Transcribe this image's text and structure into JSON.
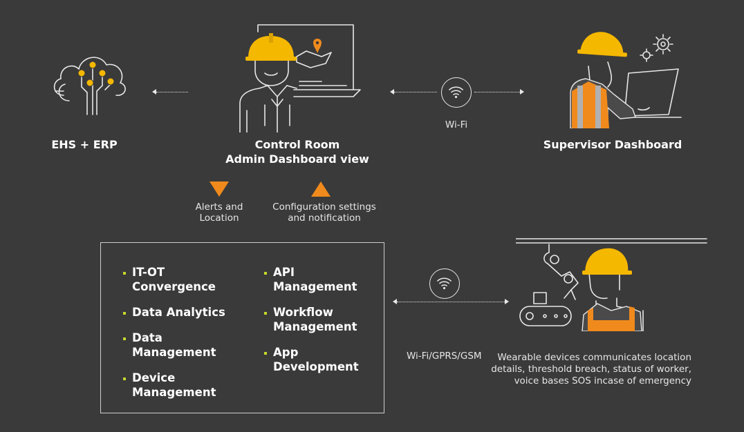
{
  "nodes": {
    "ehs_erp": {
      "label": "EHS + ERP"
    },
    "control_room": {
      "line1": "Control Room",
      "line2": "Admin Dashboard view"
    },
    "supervisor": {
      "label": "Supervisor Dashboard"
    }
  },
  "connections": {
    "wifi_label": "Wi-Fi",
    "wifi_gprs_label": "Wi-Fi/GPRS/GSM"
  },
  "flows": {
    "alerts": {
      "line1": "Alerts and",
      "line2": "Location"
    },
    "config": {
      "line1": "Configuration settings",
      "line2": "and notification"
    }
  },
  "capabilities": {
    "left": [
      {
        "line1": "IT-OT",
        "line2": "Convergence"
      },
      {
        "line1": "Data Analytics",
        "line2": ""
      },
      {
        "line1": "Data",
        "line2": "Management"
      },
      {
        "line1": "Device",
        "line2": "Management"
      }
    ],
    "right": [
      {
        "line1": "API",
        "line2": "Management"
      },
      {
        "line1": "Workflow",
        "line2": "Management"
      },
      {
        "line1": "App",
        "line2": "Development"
      }
    ]
  },
  "wearable": {
    "line1": "Wearable devices communicates location",
    "line2": "details, threshold breach, status of worker,",
    "line3": "voice bases SOS incase of emergency"
  },
  "colors": {
    "background": "#3a3a3a",
    "accent": "#f08a1c",
    "helmet": "#f5b800",
    "bullet": "#c6d92b"
  }
}
